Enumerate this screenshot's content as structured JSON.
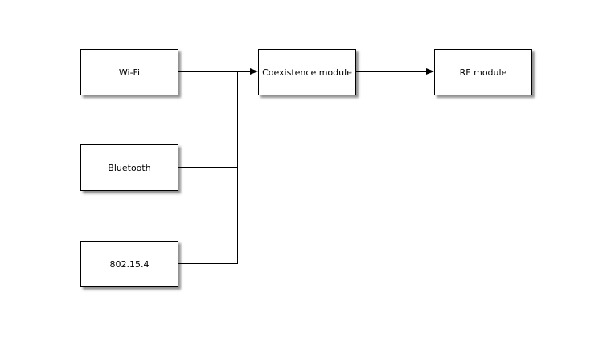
{
  "diagram": {
    "background_color": "#ffffff",
    "node_style": {
      "fill_color": "#ffffff",
      "border_color": "#000000",
      "text_color": "#000000",
      "shadow": "gray drop shadow bottom-right"
    },
    "line_color": "#000000",
    "nodes": {
      "wifi": {
        "label": "Wi-Fi"
      },
      "bluetooth": {
        "label": "Bluetooth"
      },
      "ieee802154": {
        "label": "802.15.4"
      },
      "coexistence": {
        "label": "Coexistence module"
      },
      "rf": {
        "label": "RF module"
      }
    },
    "edges": [
      {
        "from": "Wi-Fi",
        "to": "Coexistence module",
        "arrowhead": true
      },
      {
        "from": "Bluetooth",
        "to": "Coexistence module",
        "arrowhead": true,
        "via": "shared trunk"
      },
      {
        "from": "802.15.4",
        "to": "Coexistence module",
        "arrowhead": true,
        "via": "shared trunk"
      },
      {
        "from": "Coexistence module",
        "to": "RF module",
        "arrowhead": true
      }
    ]
  }
}
